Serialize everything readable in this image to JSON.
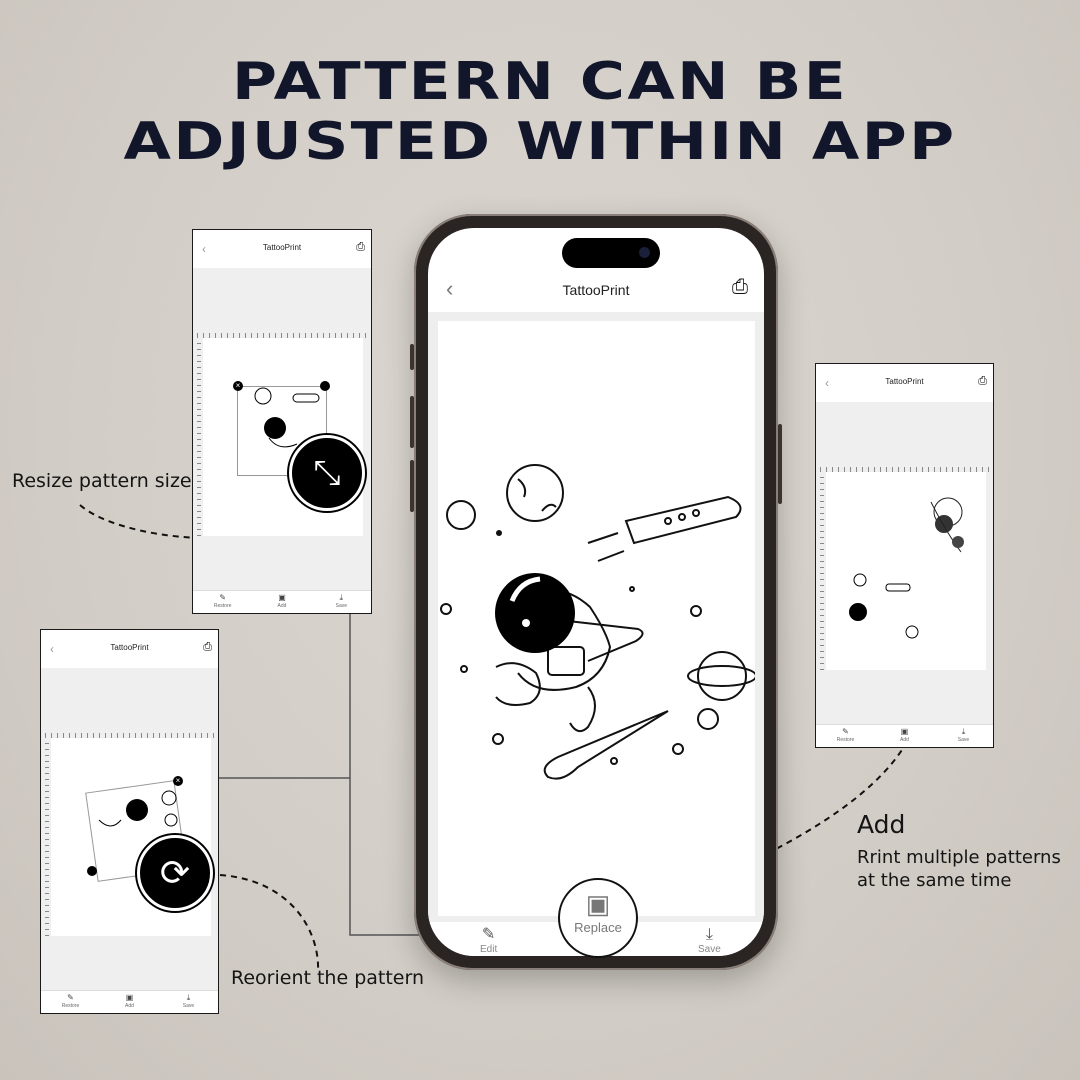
{
  "headline": [
    "PATTERN CAN BE",
    "ADJUSTED WITHIN APP"
  ],
  "captions": {
    "resize": "Resize pattern size",
    "reorient": "Reorient the pattern",
    "add_title": "Add",
    "add_desc": "Rrint multiple patterns at the same time"
  },
  "app": {
    "title": "TattooPrint",
    "tabs": {
      "edit": "Edit",
      "replace": "Replace",
      "save": "Save"
    }
  },
  "mini_app": {
    "title": "TattooPrint",
    "tabs": [
      "Restore",
      "Add",
      "Save"
    ]
  },
  "icons": {
    "back": "chevron-left-icon",
    "print": "printer-icon",
    "edit": "pencil-icon",
    "replace": "image-add-icon",
    "save": "download-icon",
    "resize": "diagonal-arrows-icon",
    "rotate": "rotate-icon"
  }
}
